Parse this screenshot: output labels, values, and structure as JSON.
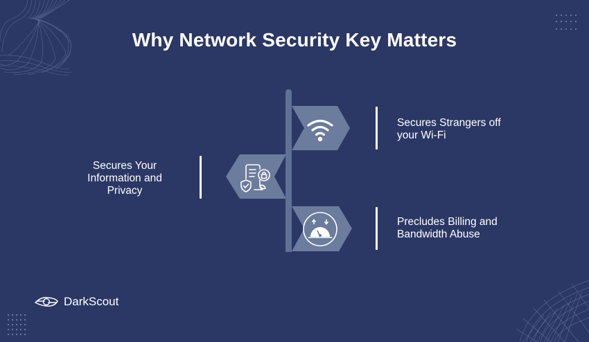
{
  "title": "Why Network Security Key Matters",
  "items": [
    {
      "id": "wifi",
      "label_line1": "Secures Strangers off",
      "label_line2": "your Wi-Fi",
      "icon": "wifi-icon",
      "side": "right"
    },
    {
      "id": "privacy",
      "label_line1": "Secures Your",
      "label_line2": "Information and",
      "label_line3": "Privacy",
      "icon": "document-shield-lock-icon",
      "side": "left"
    },
    {
      "id": "billing",
      "label_line1": "Precludes Billing and",
      "label_line2": "Bandwidth Abuse",
      "icon": "speed-gauge-icon",
      "side": "right"
    }
  ],
  "brand": {
    "name": "DarkScout",
    "icon": "eye-logo-icon"
  },
  "colors": {
    "background": "#2b3764",
    "sign": "#6b7c9c",
    "pole": "#5f7196",
    "text": "#ffffff"
  }
}
